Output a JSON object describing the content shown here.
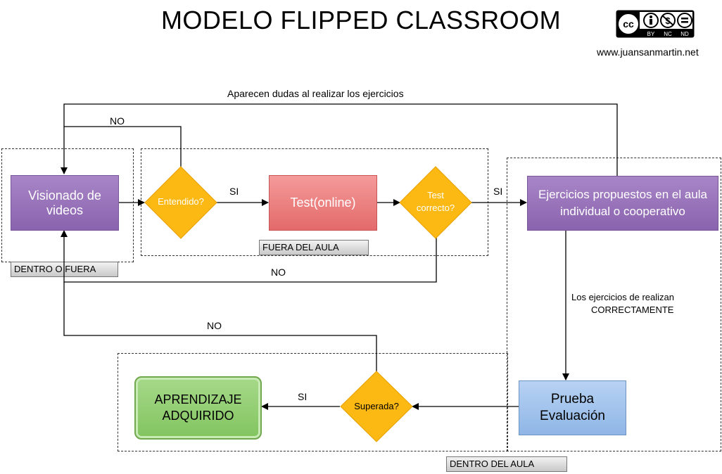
{
  "title": "MODELO FLIPPED CLASSROOM",
  "website": "www.juansanmartin.net",
  "license": {
    "cc": "cc",
    "by": "BY",
    "nc": "NC",
    "nd": "ND"
  },
  "zones": {
    "dentro_o_fuera": "DENTRO O FUERA",
    "fuera_del_aula": "FUERA DEL AULA",
    "dentro_del_aula": "DENTRO DEL AULA"
  },
  "nodes": {
    "visionado": "Visionado de videos",
    "entendido": "Entendido?",
    "test": "Test(online)",
    "test_correcto_1": "Test",
    "test_correcto_2": "correcto?",
    "ejercicios": "Ejercicios propuestos en el aula individual o cooperativo",
    "prueba": "Prueba Evaluación",
    "superada": "Superada?",
    "aprendizaje": "APRENDIZAJE ADQUIRIDO"
  },
  "edges": {
    "dudas": "Aparecen dudas al realizar los ejercicios",
    "no_entendido": "NO",
    "si_entendido": "SI",
    "si_test": "SI",
    "no_test": "NO",
    "no_superada": "NO",
    "si_superada": "SI",
    "correctamente_1": "Los ejercicios de realizan",
    "correctamente_2": "CORRECTAMENTE"
  }
}
